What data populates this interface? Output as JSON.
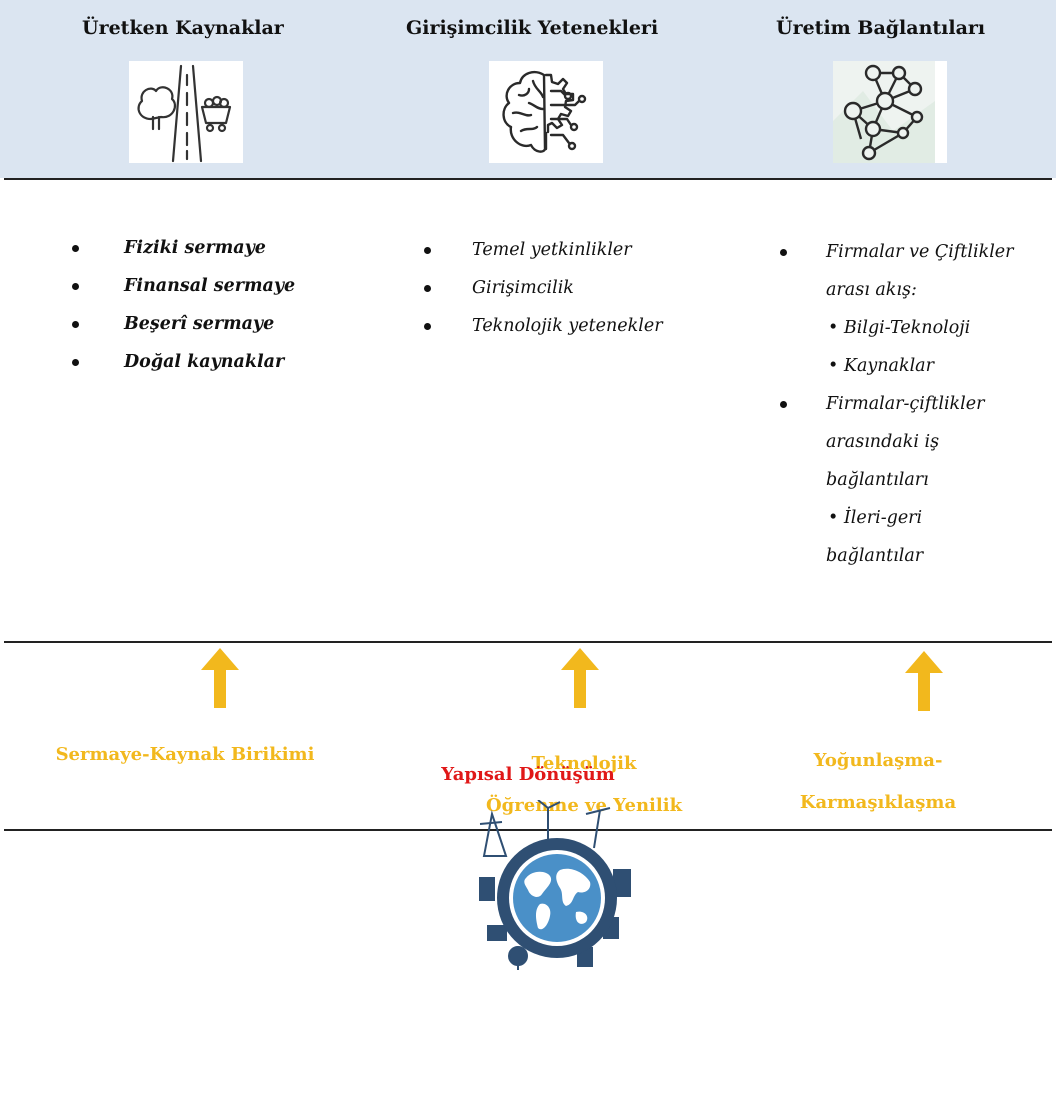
{
  "columns": [
    {
      "title": "Üretken Kaynaklar",
      "icon": "tree-road-cart-icon",
      "items": [
        "Fiziki sermaye",
        "Finansal sermaye",
        "Beşerî sermaye",
        "Doğal kaynaklar"
      ]
    },
    {
      "title": "Girişimcilik Yetenekleri",
      "icon": "brain-gear-icon",
      "items": [
        "Temel yetkinlikler",
        "Girişimcilik",
        "Teknolojik yetenekler"
      ]
    },
    {
      "title": "Üretim Bağlantıları",
      "icon": "network-nodes-icon",
      "items": [
        "Firmalar ve Çiftlikler",
        "arası akış:",
        "• Bilgi-Teknoloji",
        "• Kaynaklar",
        " Firmalar-çiftlikler",
        "arasındaki iş",
        "bağlantıları",
        "•  İleri-geri",
        "bağlantılar"
      ]
    }
  ],
  "outcomes": {
    "left": "Sermaye-Kaynak Birikimi",
    "middle_line1": "Teknolojik",
    "middle_line2": "Öğrenme ve Yenilik",
    "right_line1": "Yoğunlaşma-",
    "right_line2": "Karmaşıklaşma"
  },
  "footer": {
    "title": "Yapısal Dönüşüm",
    "icon": "globe-industry-icon"
  },
  "colors": {
    "header_band": "#dbe5f1",
    "accent_yellow": "#f2b81d",
    "title_red": "#e01818"
  }
}
